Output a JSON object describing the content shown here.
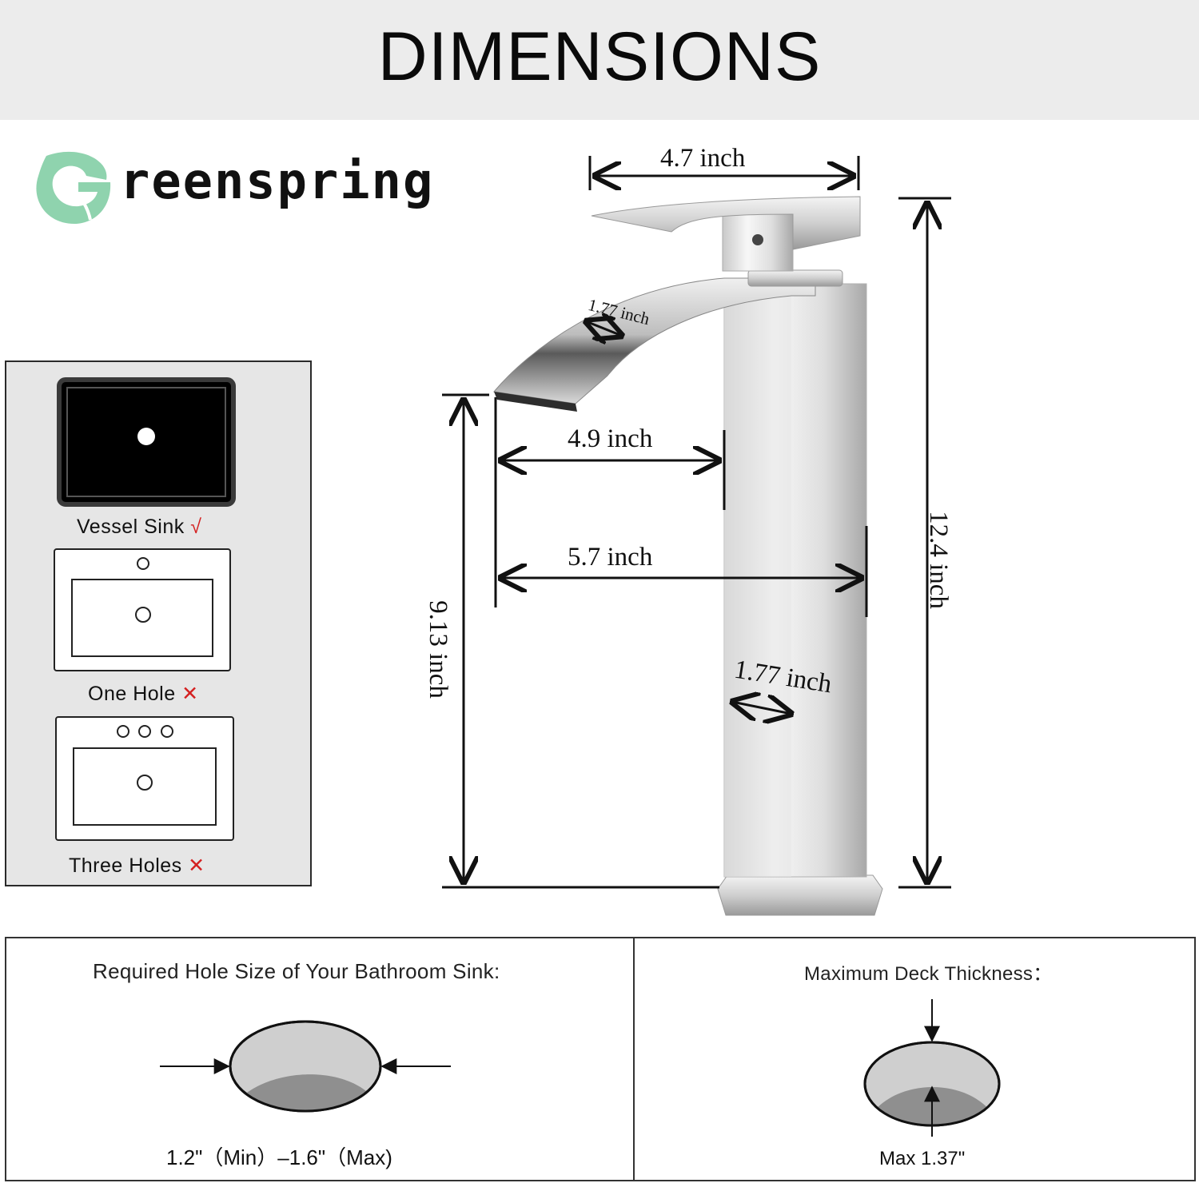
{
  "header": {
    "title": "DIMENSIONS"
  },
  "brand": {
    "name": "Greenspring",
    "name_text": "reenspring",
    "logo_letter": "G",
    "color": "#8fd3ae"
  },
  "sink_types": [
    {
      "label": "Vessel Sink",
      "mark": "√",
      "compatible": true
    },
    {
      "label": "One Hole",
      "mark": "✕",
      "compatible": false
    },
    {
      "label": "Three Holes",
      "mark": "✕",
      "compatible": false
    }
  ],
  "dimensions": {
    "handle_width": "4.7 inch",
    "spout_thickness": "1.77 inch",
    "spout_reach": "4.9 inch",
    "total_depth": "5.7 inch",
    "spout_height": "9.13 inch",
    "total_height": "12.4 inch",
    "base_width": "1.77 inch"
  },
  "hole_size": {
    "title": "Required Hole Size of Your Bathroom Sink:",
    "value": "1.2\"（Min）–1.6\"（Max)"
  },
  "deck": {
    "title": "Maximum Deck Thickness：",
    "value": "Max 1.37\""
  }
}
